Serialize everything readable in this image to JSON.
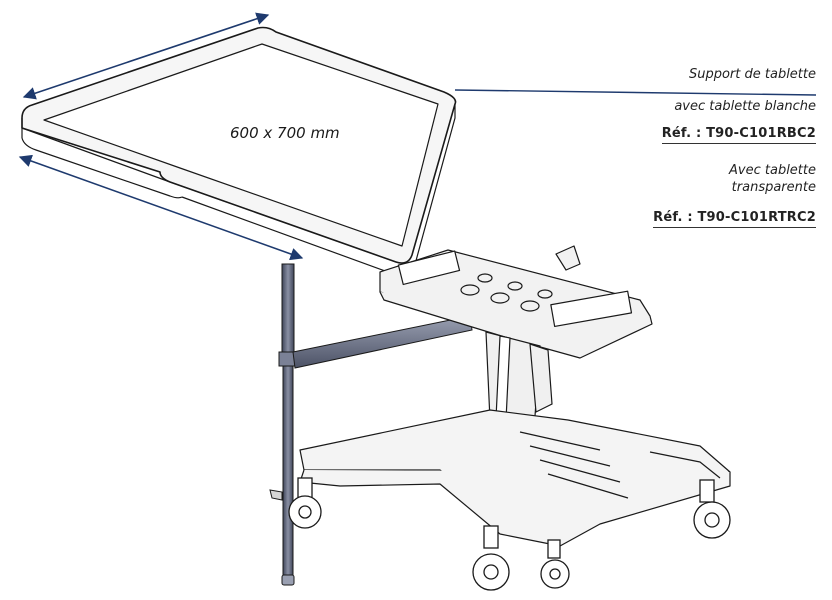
{
  "dimension_label": "600 x 700 mm",
  "callout": {
    "line1": "Support de tablette",
    "line2": "avec tablette blanche",
    "ref1": "Réf. : T90-C101RBC2",
    "line3": "Avec tablette",
    "line4": "transparente",
    "ref2": "Réf. : T90-C101RTRC2"
  },
  "colors": {
    "arrow": "#1e3a6e",
    "leader": "#1e3a6e",
    "pole": "#5a6278",
    "outline": "#222222",
    "tray_fill": "#f4f4f4"
  },
  "icons": [
    "dimension-arrow-icon"
  ]
}
